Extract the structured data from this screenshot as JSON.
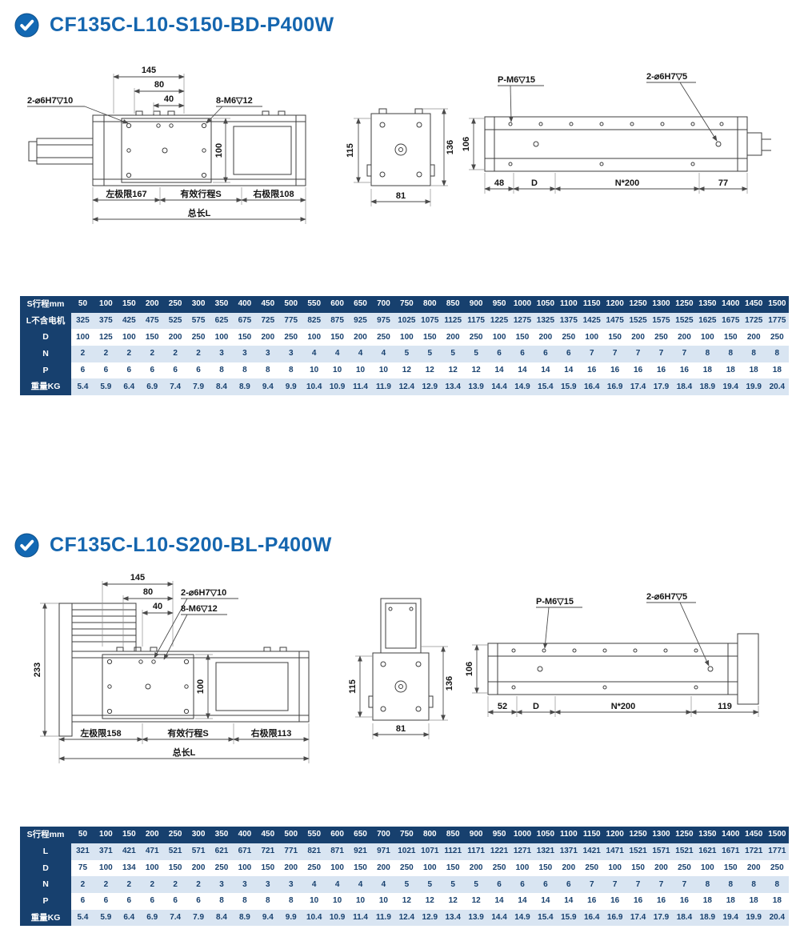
{
  "theme": {
    "title_color": "#1566af",
    "badge_color": "#1268b3",
    "table_header_bg": "#17406e",
    "table_alt_row_bg": "#d9e5f2",
    "table_text_color": "#17406e"
  },
  "sections": [
    {
      "title": "CF135C-L10-S150-BD-P400W",
      "drawing": {
        "dim_145": "145",
        "dim_80": "80",
        "dim_40": "40",
        "label_holes_top": "2-⌀6H7▽10",
        "label_screws_top": "8-M6▽12",
        "dim_100": "100",
        "dim_left_limit": "左极限167",
        "dim_stroke": "有效行程S",
        "dim_right_limit": "右极限108",
        "dim_total": "总长L",
        "dim_115": "115",
        "dim_136": "136",
        "dim_81": "81",
        "label_pm6": "P-M6▽15",
        "label_2h7": "2-⌀6H7▽5",
        "dim_106": "106",
        "dim_48": "48",
        "dim_D": "D",
        "dim_n200": "N*200",
        "dim_77": "77"
      },
      "table": {
        "rows": [
          {
            "label": "S行程mm",
            "values": [
              50,
              100,
              150,
              200,
              250,
              300,
              350,
              400,
              450,
              500,
              550,
              600,
              650,
              700,
              750,
              800,
              850,
              900,
              950,
              1000,
              1050,
              1100,
              1150,
              1200,
              1250,
              1300,
              1250,
              1350,
              1400,
              1450,
              1500
            ]
          },
          {
            "label": "L不含电机",
            "values": [
              325,
              375,
              425,
              475,
              525,
              575,
              625,
              675,
              725,
              775,
              825,
              875,
              925,
              975,
              1025,
              1075,
              1125,
              1175,
              1225,
              1275,
              1325,
              1375,
              1425,
              1475,
              1525,
              1575,
              1525,
              1625,
              1675,
              1725,
              1775
            ]
          },
          {
            "label": "D",
            "values": [
              100,
              125,
              100,
              150,
              200,
              250,
              100,
              150,
              200,
              250,
              100,
              150,
              200,
              250,
              100,
              150,
              200,
              250,
              100,
              150,
              200,
              250,
              100,
              150,
              200,
              250,
              200,
              100,
              150,
              200,
              250
            ]
          },
          {
            "label": "N",
            "values": [
              2,
              2,
              2,
              2,
              2,
              2,
              3,
              3,
              3,
              3,
              4,
              4,
              4,
              4,
              5,
              5,
              5,
              5,
              6,
              6,
              6,
              6,
              7,
              7,
              7,
              7,
              7,
              8,
              8,
              8,
              8
            ]
          },
          {
            "label": "P",
            "values": [
              6,
              6,
              6,
              6,
              6,
              6,
              8,
              8,
              8,
              8,
              10,
              10,
              10,
              10,
              12,
              12,
              12,
              12,
              14,
              14,
              14,
              14,
              16,
              16,
              16,
              16,
              16,
              18,
              18,
              18,
              18
            ]
          },
          {
            "label": "重量KG",
            "values": [
              5.4,
              5.9,
              6.4,
              6.9,
              7.4,
              7.9,
              8.4,
              8.9,
              9.4,
              9.9,
              10.4,
              10.9,
              11.4,
              11.9,
              12.4,
              12.9,
              13.4,
              13.9,
              14.4,
              14.9,
              15.4,
              15.9,
              16.4,
              16.9,
              17.4,
              17.9,
              18.4,
              18.9,
              19.4,
              19.9,
              20.4
            ]
          }
        ]
      }
    },
    {
      "title": "CF135C-L10-S200-BL-P400W",
      "drawing": {
        "dim_233": "233",
        "dim_145": "145",
        "dim_80": "80",
        "dim_40": "40",
        "label_holes_top": "2-⌀6H7▽10",
        "label_screws_top": "8-M6▽12",
        "dim_100": "100",
        "dim_left_limit": "左极限158",
        "dim_stroke": "有效行程S",
        "dim_right_limit": "右极限113",
        "dim_total": "总长L",
        "dim_115": "115",
        "dim_136": "136",
        "dim_81": "81",
        "label_pm6": "P-M6▽15",
        "label_2h7": "2-⌀6H7▽5",
        "dim_106": "106",
        "dim_52": "52",
        "dim_D": "D",
        "dim_n200": "N*200",
        "dim_119": "119"
      },
      "table": {
        "rows": [
          {
            "label": "S行程mm",
            "values": [
              50,
              100,
              150,
              200,
              250,
              300,
              350,
              400,
              450,
              500,
              550,
              600,
              650,
              700,
              750,
              800,
              850,
              900,
              950,
              1000,
              1050,
              1100,
              1150,
              1200,
              1250,
              1300,
              1250,
              1350,
              1400,
              1450,
              1500
            ]
          },
          {
            "label": "L",
            "values": [
              321,
              371,
              421,
              471,
              521,
              571,
              621,
              671,
              721,
              771,
              821,
              871,
              921,
              971,
              1021,
              1071,
              1121,
              1171,
              1221,
              1271,
              1321,
              1371,
              1421,
              1471,
              1521,
              1571,
              1521,
              1621,
              1671,
              1721,
              1771
            ]
          },
          {
            "label": "D",
            "values": [
              75,
              100,
              134,
              100,
              150,
              200,
              250,
              100,
              150,
              200,
              250,
              100,
              150,
              200,
              250,
              100,
              150,
              200,
              250,
              100,
              150,
              200,
              250,
              100,
              150,
              200,
              250,
              100,
              150,
              200,
              250
            ]
          },
          {
            "label": "N",
            "values": [
              2,
              2,
              2,
              2,
              2,
              2,
              3,
              3,
              3,
              3,
              4,
              4,
              4,
              4,
              5,
              5,
              5,
              5,
              6,
              6,
              6,
              6,
              7,
              7,
              7,
              7,
              7,
              8,
              8,
              8,
              8
            ]
          },
          {
            "label": "P",
            "values": [
              6,
              6,
              6,
              6,
              6,
              6,
              8,
              8,
              8,
              8,
              10,
              10,
              10,
              10,
              12,
              12,
              12,
              12,
              14,
              14,
              14,
              14,
              16,
              16,
              16,
              16,
              16,
              18,
              18,
              18,
              18
            ]
          },
          {
            "label": "重量KG",
            "values": [
              5.4,
              5.9,
              6.4,
              6.9,
              7.4,
              7.9,
              8.4,
              8.9,
              9.4,
              9.9,
              10.4,
              10.9,
              11.4,
              11.9,
              12.4,
              12.9,
              13.4,
              13.9,
              14.4,
              14.9,
              15.4,
              15.9,
              16.4,
              16.9,
              17.4,
              17.9,
              18.4,
              18.9,
              19.4,
              19.9,
              20.4
            ]
          }
        ]
      }
    }
  ]
}
